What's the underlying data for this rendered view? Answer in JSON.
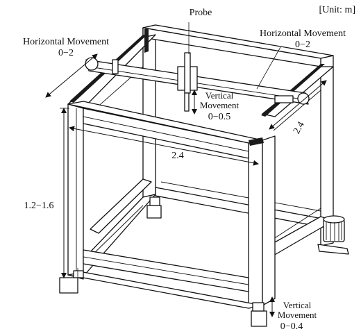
{
  "unit_label": "[Unit: m]",
  "labels": {
    "probe": "Probe",
    "horizontal_left_title": "Horizontal Movement",
    "horizontal_left_range": "0−2",
    "horizontal_right_title": "Horizontal Movement",
    "horizontal_right_range": "0−2",
    "vertical_probe_line1": "Vertical",
    "vertical_probe_line2": "Movement",
    "vertical_probe_range": "0−0.5",
    "depth_dimension": "2.4",
    "width_dimension": "2.4",
    "height_dimension": "1.2−1.6",
    "vertical_leg_line1": "Vertical",
    "vertical_leg_line2": "Movement",
    "vertical_leg_range": "0−0.4"
  }
}
